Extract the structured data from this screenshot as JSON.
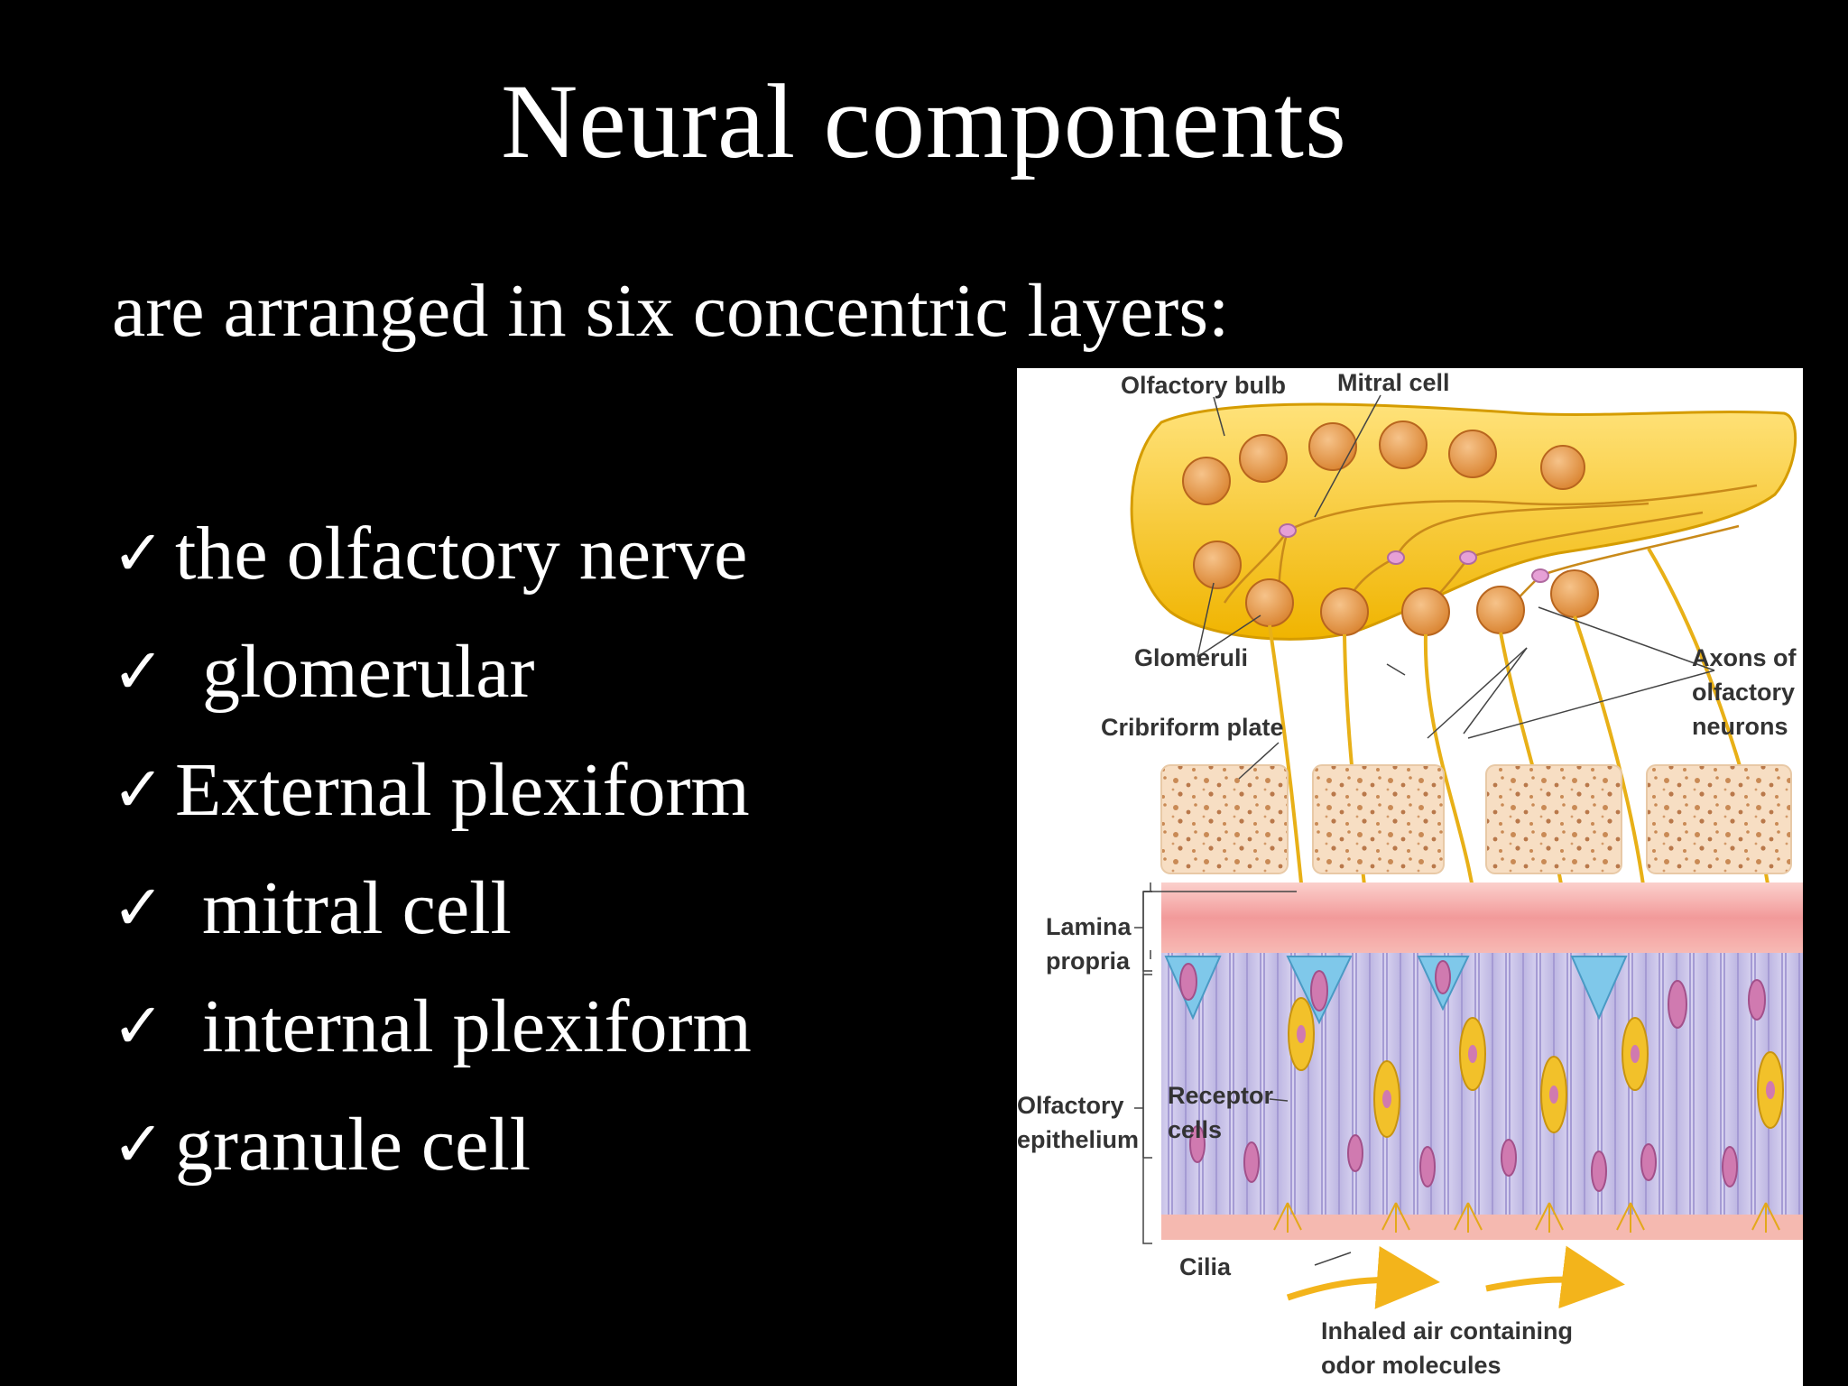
{
  "slide": {
    "title": "Neural components",
    "subtitle": "are arranged in six concentric layers:",
    "check_glyph": "✓",
    "bullets": [
      "the olfactory nerve",
      "glomerular",
      "External plexiform",
      "mitral cell",
      "internal plexiform",
      "granule cell"
    ]
  },
  "figure": {
    "labels": {
      "olfactory_bulb": "Olfactory bulb",
      "mitral_cell": "Mitral cell",
      "glomeruli": "Glomeruli",
      "cribriform_plate": "Cribriform plate",
      "axons_1": "Axons of",
      "axons_2": "olfactory",
      "axons_3": "neurons",
      "lamina_1": "Lamina",
      "lamina_2": "propria",
      "olf_epi_1": "Olfactory",
      "olf_epi_2": "epithelium",
      "receptor_1": "Receptor",
      "receptor_2": "cells",
      "cilia": "Cilia",
      "inhaled_1": "Inhaled air containing",
      "inhaled_2": "odor molecules"
    },
    "colors": {
      "bulb": "#f5c518",
      "glomerulus": "#e89a3c",
      "bone": "#f6dcc0",
      "lamina": "#f4a7a7",
      "epithelium": "#c9c3e6",
      "neuron": "#f0c020",
      "supporting_nucleus": "#c06aa0",
      "basal_cell": "#7fc8ea"
    }
  }
}
